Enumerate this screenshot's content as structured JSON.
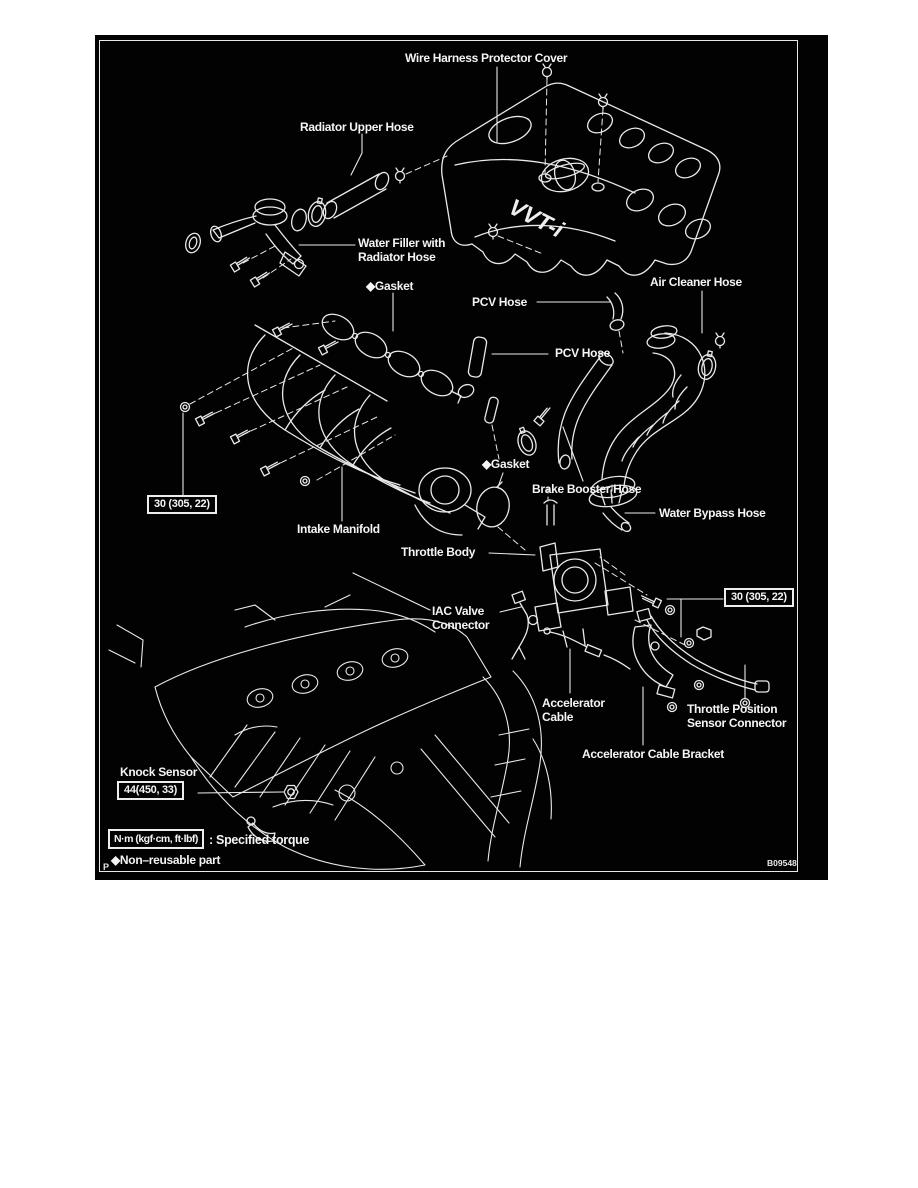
{
  "diagram": {
    "figure_code": "B09548",
    "page_marker": "P",
    "engine_cover_logo": "VVT-i",
    "labels": {
      "wire_harness": "Wire Harness Protector Cover",
      "radiator_upper_hose": "Radiator Upper Hose",
      "water_filler_line1": "Water Filler with",
      "water_filler_line2": "Radiator Hose",
      "gasket1": "◆Gasket",
      "pcv_hose1": "PCV Hose",
      "air_cleaner_hose": "Air Cleaner Hose",
      "pcv_hose2": "PCV Hose",
      "gasket2": "◆Gasket",
      "brake_booster_hose": "Brake Booster Hose",
      "intake_manifold": "Intake Manifold",
      "water_bypass_hose": "Water Bypass Hose",
      "throttle_body": "Throttle Body",
      "iac_line1": "IAC Valve",
      "iac_line2": "Connector",
      "accel_cable_line1": "Accelerator",
      "accel_cable_line2": "Cable",
      "tps_line1": "Throttle Position",
      "tps_line2": "Sensor Connector",
      "accel_bracket": "Accelerator Cable Bracket",
      "knock_sensor": "Knock Sensor"
    },
    "torque_specs": {
      "left": "30 (305, 22)",
      "right": "30 (305, 22)",
      "knock": "44(450, 33)"
    },
    "legend": {
      "torque_box": "N·m (kgf·cm, ft·lbf)",
      "torque_desc": ": Specified torque",
      "non_reusable": "◆Non–reusable part"
    }
  }
}
